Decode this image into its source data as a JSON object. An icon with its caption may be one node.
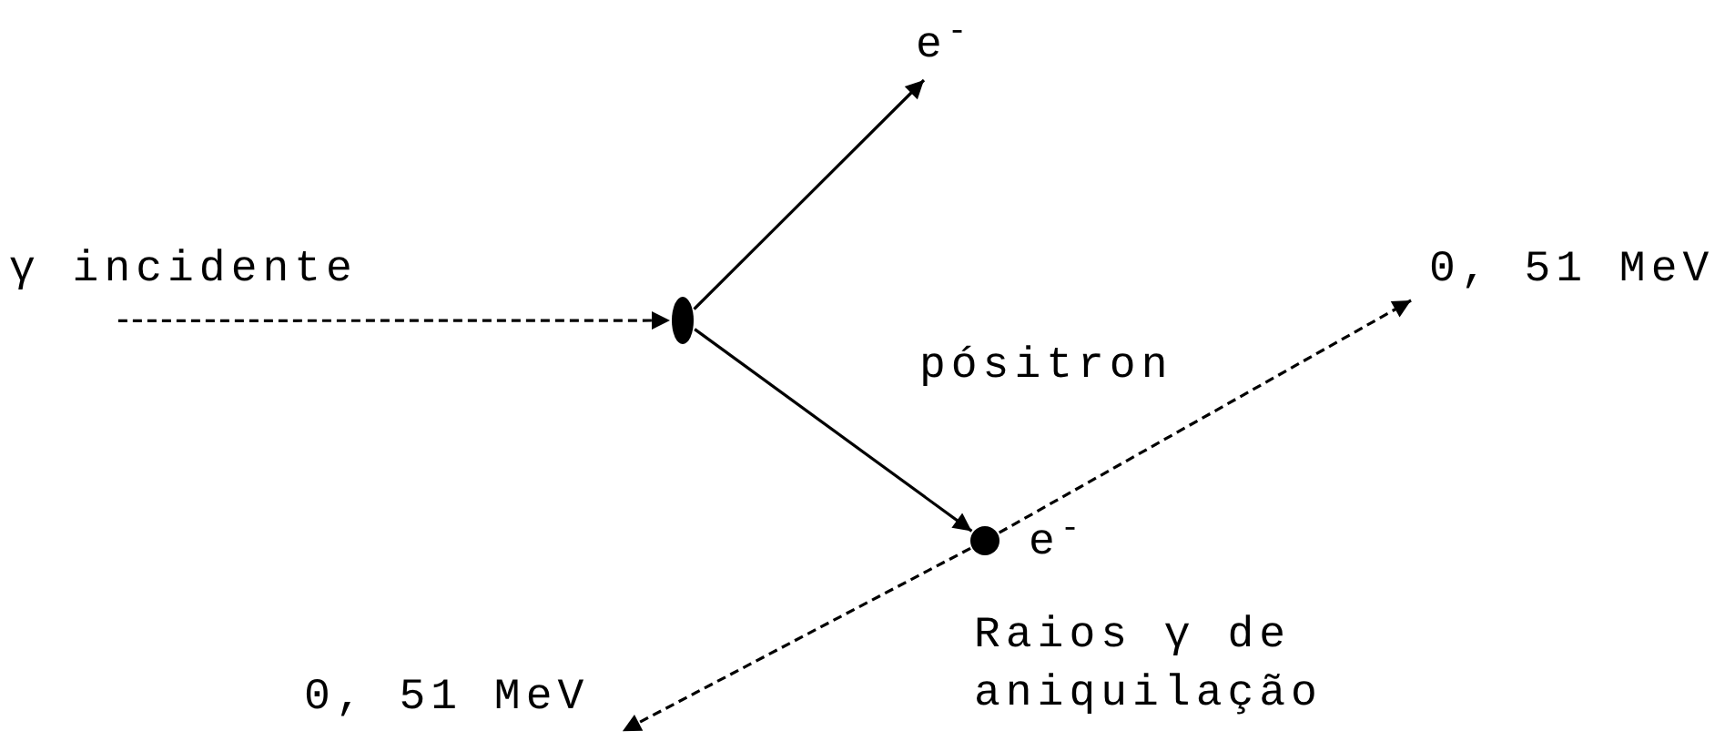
{
  "diagram": {
    "nodes": [
      {
        "text": [
          "γ incidente"
        ]
      },
      {
        "text": [],
        "shape": "ellipse"
      },
      {
        "text": [
          "e$^{-}$"
        ]
      },
      {
        "text": [],
        "shape": "circle"
      },
      {
        "text": [
          "0, 51 MeV"
        ]
      },
      {
        "text": [
          "0, 51 MeV"
        ]
      }
    ],
    "edges": [
      {
        "from": 0,
        "to": 1,
        "arrow": "to",
        "style": "dashed"
      },
      {
        "from": 1,
        "to": 2,
        "arrow": "to"
      },
      {
        "from": 1,
        "to": 3,
        "arrow": "to"
      },
      {
        "from": 3,
        "to": 4,
        "arrow": "to",
        "style": "dashed"
      },
      {
        "from": 3,
        "to": 5,
        "arrow": "to",
        "style": "dashed"
      }
    ],
    "labels": [
      "pósitron",
      "e$^{-}$",
      "Raios γ de aniquilação"
    ]
  }
}
